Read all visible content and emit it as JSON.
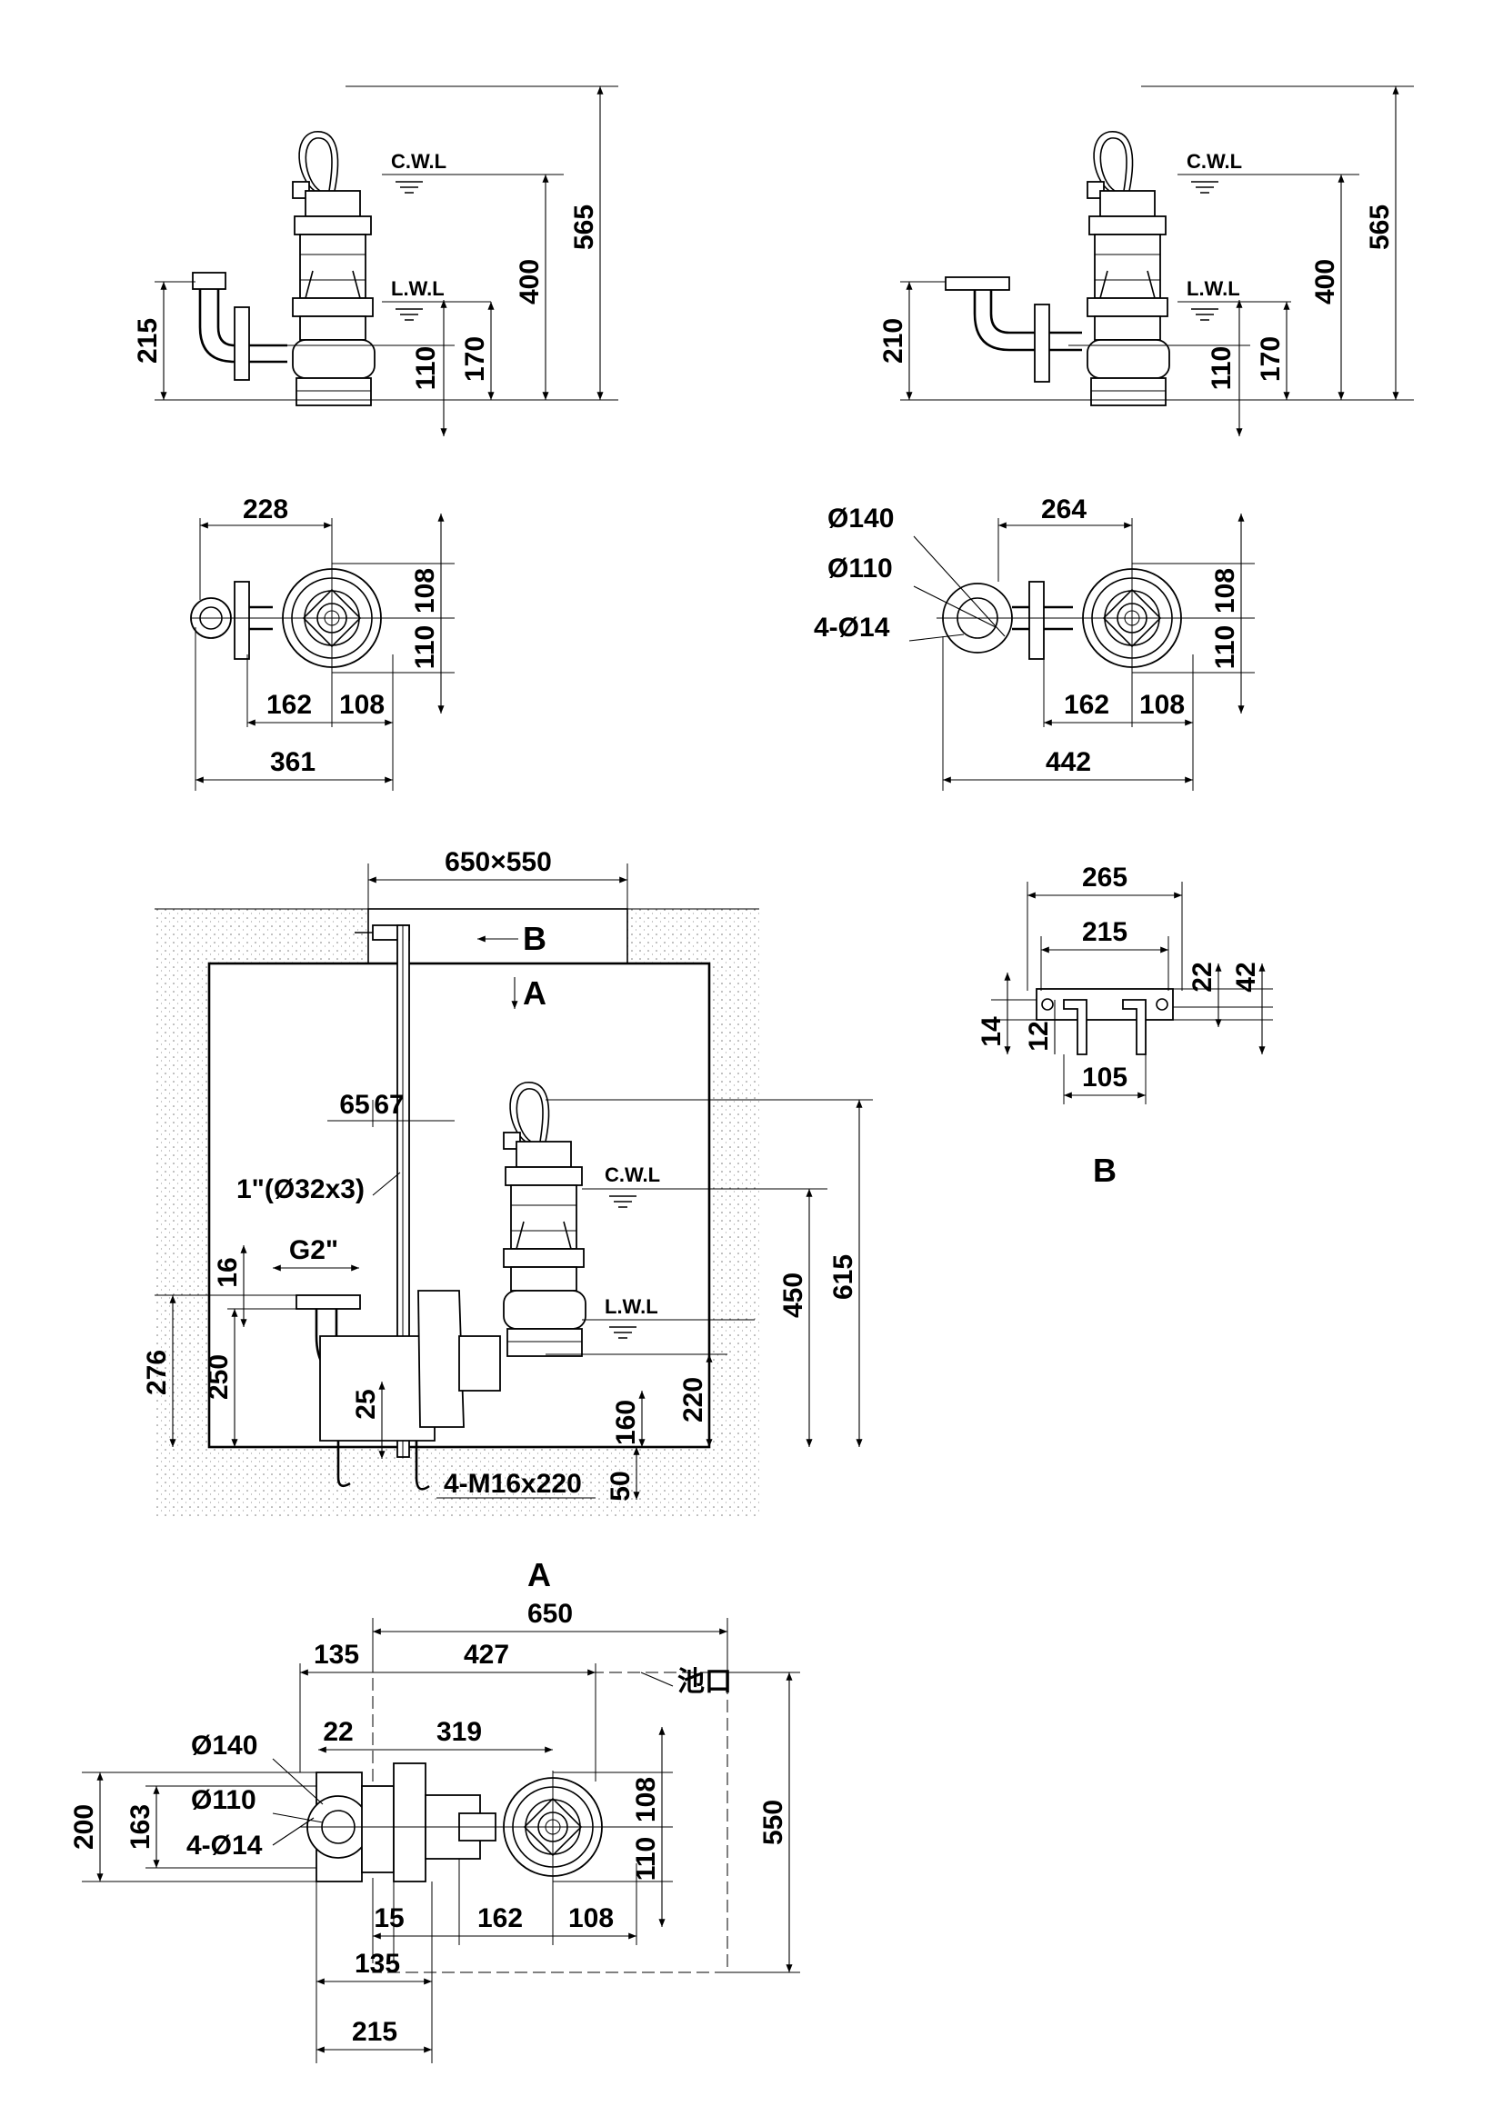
{
  "labels": {
    "cwl": "C.W.L",
    "lwl": "L.W.L",
    "view_a": "A",
    "view_b": "B",
    "pool_mouth": "池口"
  },
  "top_left": {
    "d565": "565",
    "d400": "400",
    "d170": "170",
    "d110": "110",
    "d215": "215"
  },
  "top_right": {
    "d565": "565",
    "d400": "400",
    "d170": "170",
    "d110": "110",
    "d210": "210"
  },
  "plan_left": {
    "d228": "228",
    "d108a": "108",
    "d110": "110",
    "d162": "162",
    "d108b": "108",
    "d361": "361"
  },
  "plan_right": {
    "d140": "Ø140",
    "d110": "Ø110",
    "d4x14": "4-Ø14",
    "d264": "264",
    "d108a": "108",
    "d110b": "110",
    "d162": "162",
    "d108b": "108",
    "d442": "442"
  },
  "pit": {
    "d650x550": "650×550",
    "d65": "65",
    "d67": "67",
    "pipe": "1\"(Ø32x3)",
    "g2": "G2\"",
    "d16": "16",
    "d276": "276",
    "d250": "250",
    "d25": "25",
    "bolts": "4-M16x220",
    "d50": "50",
    "d160": "160",
    "d220": "220",
    "d450": "450",
    "d615": "615"
  },
  "view_b_detail": {
    "d265": "265",
    "d215": "215",
    "d22": "22",
    "d42": "42",
    "d14": "14",
    "d12": "12",
    "d105": "105"
  },
  "view_a_detail": {
    "d650": "650",
    "d135a": "135",
    "d427": "427",
    "d22": "22",
    "d319": "319",
    "d140": "Ø140",
    "d110": "Ø110",
    "d4x14": "4-Ø14",
    "d200": "200",
    "d163": "163",
    "d108": "108",
    "d110b": "110",
    "d550": "550",
    "d15": "15",
    "d162": "162",
    "d108b": "108",
    "d135b": "135",
    "d215": "215"
  },
  "colors": {
    "ink": "#000000",
    "paper": "#ffffff"
  }
}
